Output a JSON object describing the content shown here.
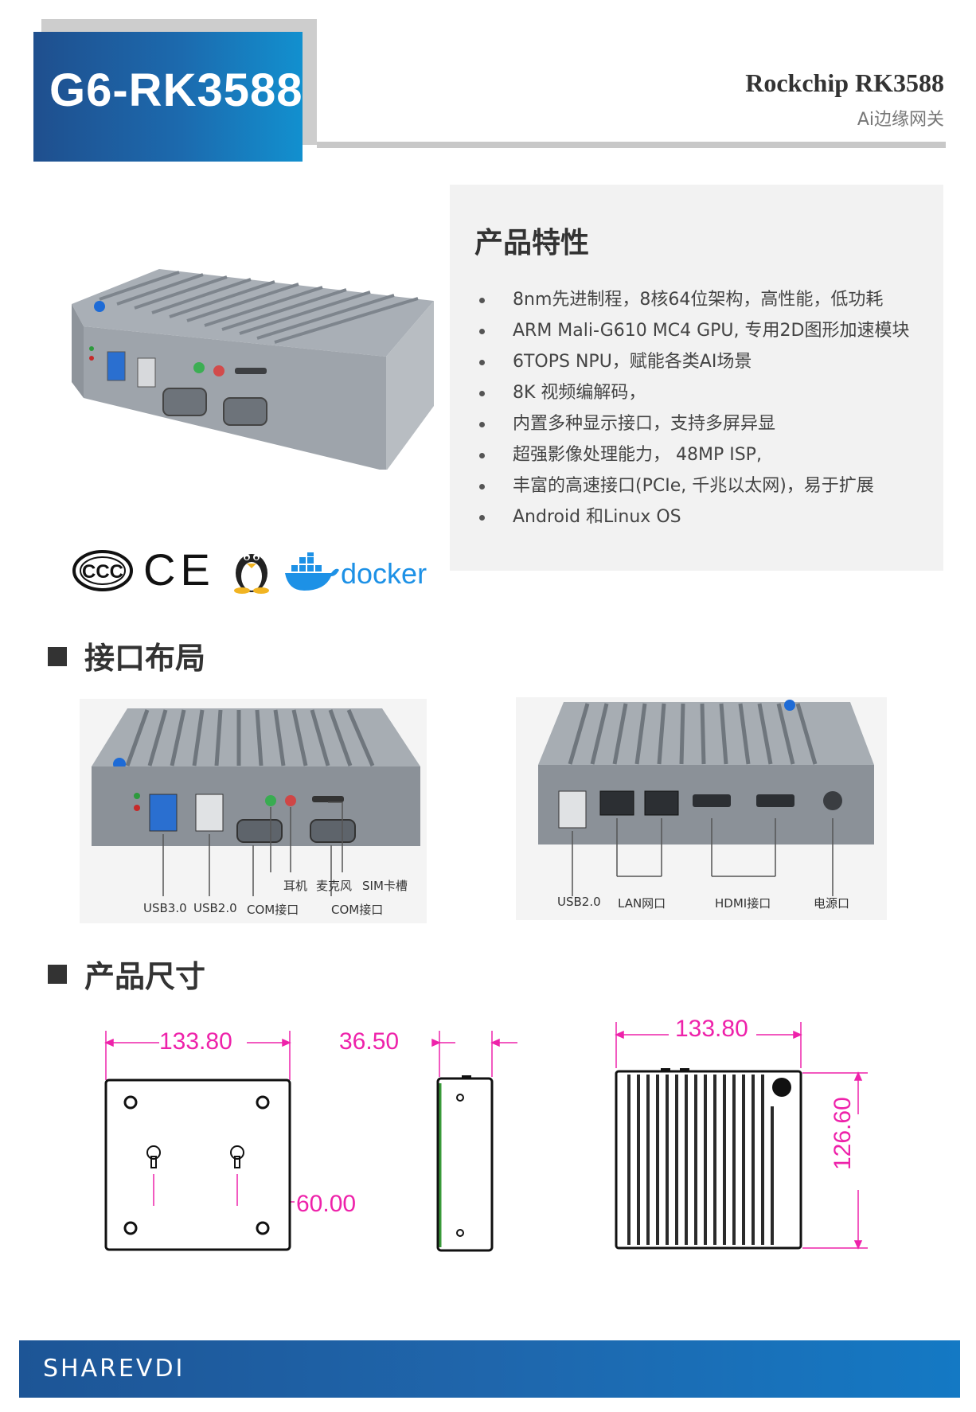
{
  "header": {
    "model": "G6-RK3588",
    "chip": "Rockchip RK3588",
    "subtitle": "Ai边缘网关"
  },
  "features": {
    "title": "产品特性",
    "items": [
      "8nm先进制程，8核64位架构，高性能，低功耗",
      "ARM Mali-G610 MC4 GPU, 专用2D图形加速模块",
      "6TOPS NPU，赋能各类AI场景",
      "8K 视频编解码，",
      "内置多种显示接口，支持多屏异显",
      "超强影像处理能力， 48MP ISP,",
      "丰富的高速接口(PCIe, 千兆以太网)，易于扩展",
      "Android 和Linux OS"
    ]
  },
  "certifications": {
    "ccc": "CCC",
    "ce": "CE",
    "docker": "docker"
  },
  "interface_section": {
    "title": "接口布局",
    "front_labels": {
      "usb30": "USB3.0",
      "usb20": "USB2.0",
      "com1": "COM接口",
      "earphone": "耳机",
      "mic": "麦克风",
      "sim": "SIM卡槽",
      "com2": "COM接口"
    },
    "back_labels": {
      "usb20": "USB2.0",
      "lan": "LAN网口",
      "hdmi": "HDMI接口",
      "power": "电源口"
    }
  },
  "dimension_section": {
    "title": "产品尺寸",
    "values": {
      "width_a": "133.80",
      "depth": "36.50",
      "hole_spacing": "60.00",
      "width_b": "133.80",
      "height": "126.60"
    }
  },
  "footer": {
    "brand": "SHAREVDI"
  },
  "colors": {
    "header_blue": "#1c6aae",
    "dimension_magenta": "#ee22aa",
    "footer_blue": "#1f66ac"
  }
}
